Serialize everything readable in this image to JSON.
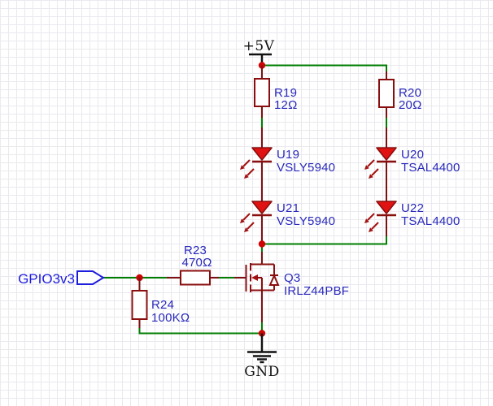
{
  "colors": {
    "wire": "#007e00",
    "pin": "#7d1111",
    "sym": "#8a0e0e",
    "ledfill": "#e11212",
    "dot": "#cf0303",
    "label": "#2828bb",
    "net": "#1d1dde",
    "ink": "#111111",
    "grid": "#e9e9ef"
  },
  "power": {
    "vcc_label": "+5V",
    "gnd_label": "GND"
  },
  "nets": {
    "gpio_label": "GPIO3v3"
  },
  "components": {
    "r19": {
      "ref": "R19",
      "value": "12Ω"
    },
    "r20": {
      "ref": "R20",
      "value": "20Ω"
    },
    "r23": {
      "ref": "R23",
      "value": "470Ω"
    },
    "r24": {
      "ref": "R24",
      "value": "100KΩ"
    },
    "u19": {
      "ref": "U19",
      "value": "VSLY5940"
    },
    "u20": {
      "ref": "U20",
      "value": "TSAL4400"
    },
    "u21": {
      "ref": "U21",
      "value": "VSLY5940"
    },
    "u22": {
      "ref": "U22",
      "value": "TSAL4400"
    },
    "q3": {
      "ref": "Q3",
      "value": "IRLZ44PBF"
    }
  }
}
